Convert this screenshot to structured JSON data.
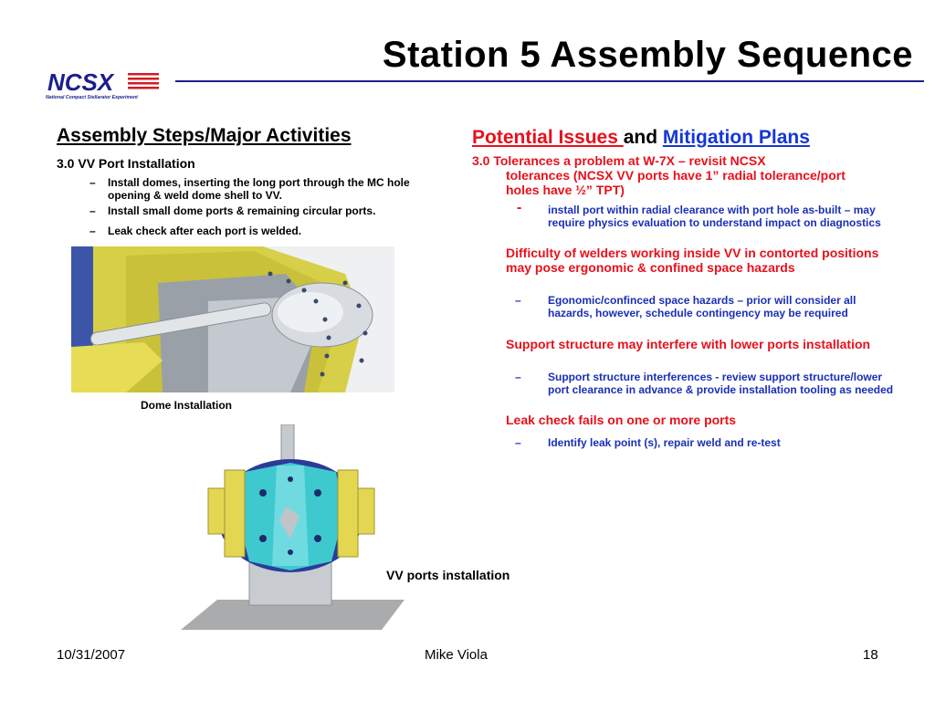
{
  "slide": {
    "title": "Station 5 Assembly Sequence",
    "logo": {
      "text": "NCSX",
      "subtitle": "National Compact Stellarator Experiment",
      "color": "#1a1f8c"
    }
  },
  "left": {
    "heading": "Assembly Steps/Major Activities",
    "subheading": "3.0 VV Port Installation",
    "bullets": [
      "Install domes, inserting the long port through the MC hole opening & weld dome shell to VV.",
      "Install small dome ports & remaining circular ports.",
      "Leak check after each port is welded."
    ],
    "bullet_marker": "–",
    "dome_caption": "Dome Installation",
    "vv_caption": "VV ports installation"
  },
  "right": {
    "heading_potential": "Potential Issues ",
    "heading_and": "and ",
    "heading_mitigation": "Mitigation Plans",
    "item30_lead": "3.0  Tolerances a problem at W-7X – revisit NCSX",
    "item30_cont": "tolerances (NCSX VV ports have 1” radial tolerance/port holes have ½” TPT)",
    "mitigation1_marker": "-",
    "mitigation1": "install port within radial clearance with port hole as-built – may require physics evaluation to understand impact on diagnostics",
    "issue2": "Difficulty of welders working inside VV in contorted positions may pose ergonomic & confined space hazards",
    "mitigation2": "Egonomic/confinced space hazards – prior will consider all hazards, however, schedule contingency may be required",
    "issue3": "Support structure may interfere with lower ports installation",
    "mitigation3": "Support structure interferences -  review support structure/lower port clearance in advance &  provide installation tooling as needed",
    "issue4": "Leak check fails on one or more ports",
    "mitigation4": "Identify leak point (s), repair weld and re-test",
    "dash": "–"
  },
  "footer": {
    "date": "10/31/2007",
    "author": "Mike Viola",
    "page": "18"
  },
  "colors": {
    "issue_red": "#e8101b",
    "mitigation_blue": "#1a2fb8",
    "rule_blue": "#1a1f8c"
  }
}
